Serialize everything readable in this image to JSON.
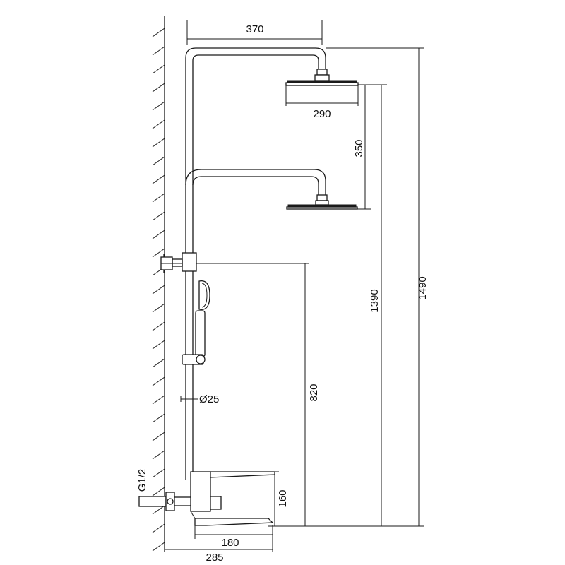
{
  "dimensions": {
    "top_arm_width": "370",
    "head_diameter": "290",
    "head_spacing": "350",
    "overall_height": "1490",
    "top_head_height": "1390",
    "slide_height": "820",
    "pipe_diameter": "Ø25",
    "inlet_thread": "G1/2",
    "spout_height": "160",
    "spout_length": "180",
    "wall_projection": "285"
  },
  "colors": {
    "line": "#1a1a1a",
    "background": "#ffffff"
  }
}
